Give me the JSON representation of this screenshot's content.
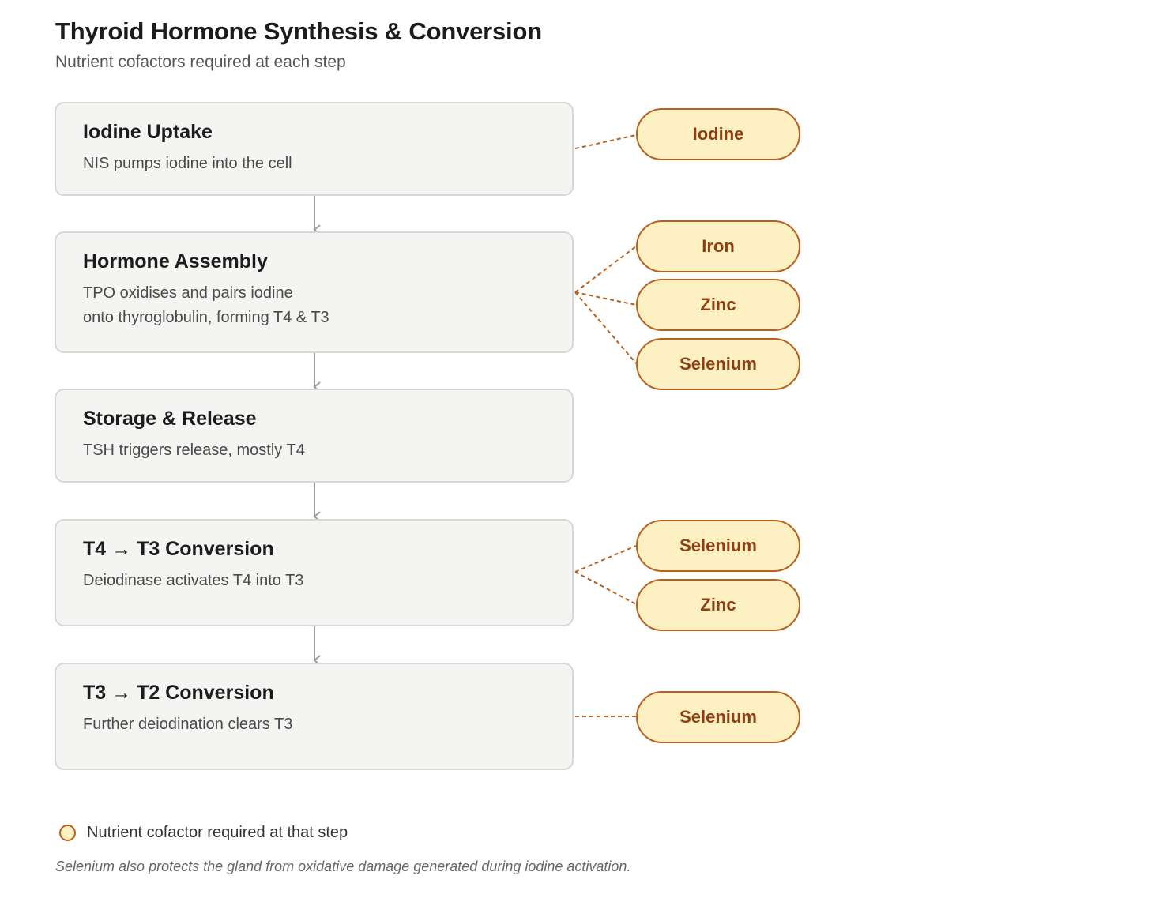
{
  "title": "Thyroid Hormone Synthesis & Conversion",
  "subtitle": "Nutrient cofactors required at each step",
  "steps": [
    {
      "title": "Iodine Uptake",
      "desc": [
        "NIS pumps iodine into the cell"
      ],
      "nutrients": [
        "Iodine"
      ]
    },
    {
      "title": "Hormone Assembly",
      "desc": [
        "TPO oxidises and pairs iodine",
        "onto thyroglobulin, forming T4 & T3"
      ],
      "nutrients": [
        "Iron",
        "Zinc",
        "Selenium"
      ]
    },
    {
      "title": "Storage & Release",
      "desc": [
        "TSH triggers release, mostly T4"
      ],
      "nutrients": []
    },
    {
      "title": "T4 → T3 Conversion",
      "desc": [
        "Deiodinase activates T4 into T3"
      ],
      "nutrients": [
        "Selenium",
        "Zinc"
      ]
    },
    {
      "title": "T3 → T2 Conversion",
      "desc": [
        "Further deiodination clears T3"
      ],
      "nutrients": [
        "Selenium"
      ]
    }
  ],
  "legend": {
    "label": "Nutrient cofactor required at that step"
  },
  "footnote": "Selenium also protects the gland from oxidative damage generated during iodine activation.",
  "colors": {
    "step_fill": "#f4f4f2",
    "step_border": "#d7d7d5",
    "nutrient_fill": "#fdf1c4",
    "nutrient_border": "#b9601d",
    "nutrient_text": "#8f3e10",
    "arrow": "#a09d99",
    "connector": "#b9601d"
  }
}
